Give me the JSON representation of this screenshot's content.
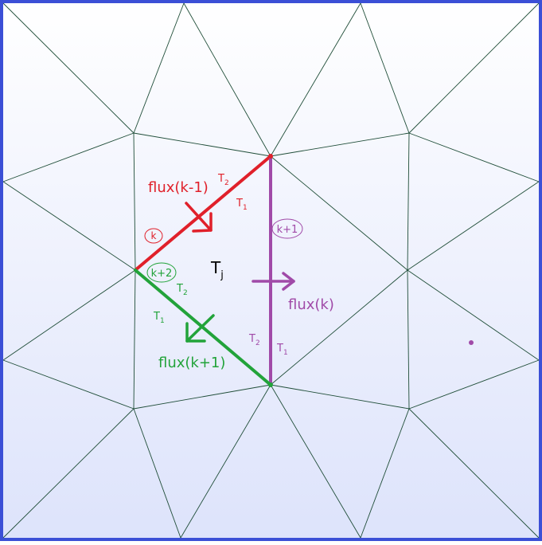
{
  "colors": {
    "border": "#3b4fd6",
    "mesh": "#1f4d38",
    "red": "#e0202a",
    "green": "#22a33a",
    "purple": "#a04aa8",
    "text": "#000000",
    "bg_top": "#ffffff",
    "bg_bottom": "#dde3fb"
  },
  "cell_label": {
    "main": "T",
    "sub": "j"
  },
  "edges": {
    "edge_k": {
      "label": "k",
      "flux": "flux(k-1)",
      "t1": {
        "main": "T",
        "sub": "1"
      },
      "t2": {
        "main": "T",
        "sub": "2"
      }
    },
    "edge_k1": {
      "label": "k+1",
      "flux": "flux(k)",
      "t1": {
        "main": "T",
        "sub": "1"
      },
      "t2": {
        "main": "T",
        "sub": "2"
      }
    },
    "edge_k2": {
      "label": "k+2",
      "flux": "flux(k+1)",
      "t1": {
        "main": "T",
        "sub": "1"
      },
      "t2": {
        "main": "T",
        "sub": "2"
      }
    }
  }
}
